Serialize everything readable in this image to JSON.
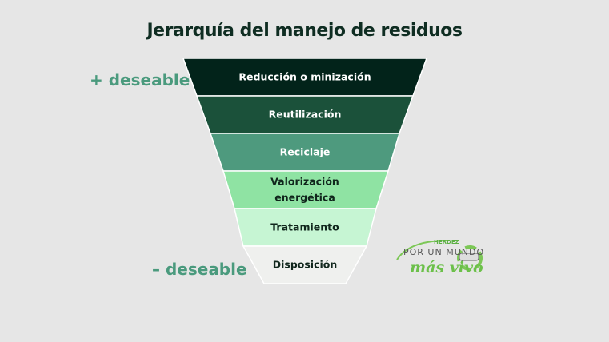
{
  "title": "Jerarquía del manejo de residuos",
  "more_desirable": "+ deseable",
  "less_desirable": "– deseable",
  "levels": [
    {
      "label": "Reducción o minización",
      "color": "#02231a",
      "text_color": "#ffffff"
    },
    {
      "label": "Reutilización",
      "color": "#1b513a",
      "text_color": "#ffffff"
    },
    {
      "label": "Reciclaje",
      "color": "#4e9a7e",
      "text_color": "#ffffff"
    },
    {
      "label": "Valorización\nenergética",
      "color": "#8fe3a3",
      "text_color": "#10261c"
    },
    {
      "label": "Tratamiento",
      "color": "#c6f5d3",
      "text_color": "#10261c"
    },
    {
      "label": "Disposición",
      "color": "#eff0ee",
      "text_color": "#10261c"
    }
  ],
  "logo": {
    "brand": "HERDEZ",
    "line1": "POR UN MUNDO",
    "line2": "más vivo"
  }
}
